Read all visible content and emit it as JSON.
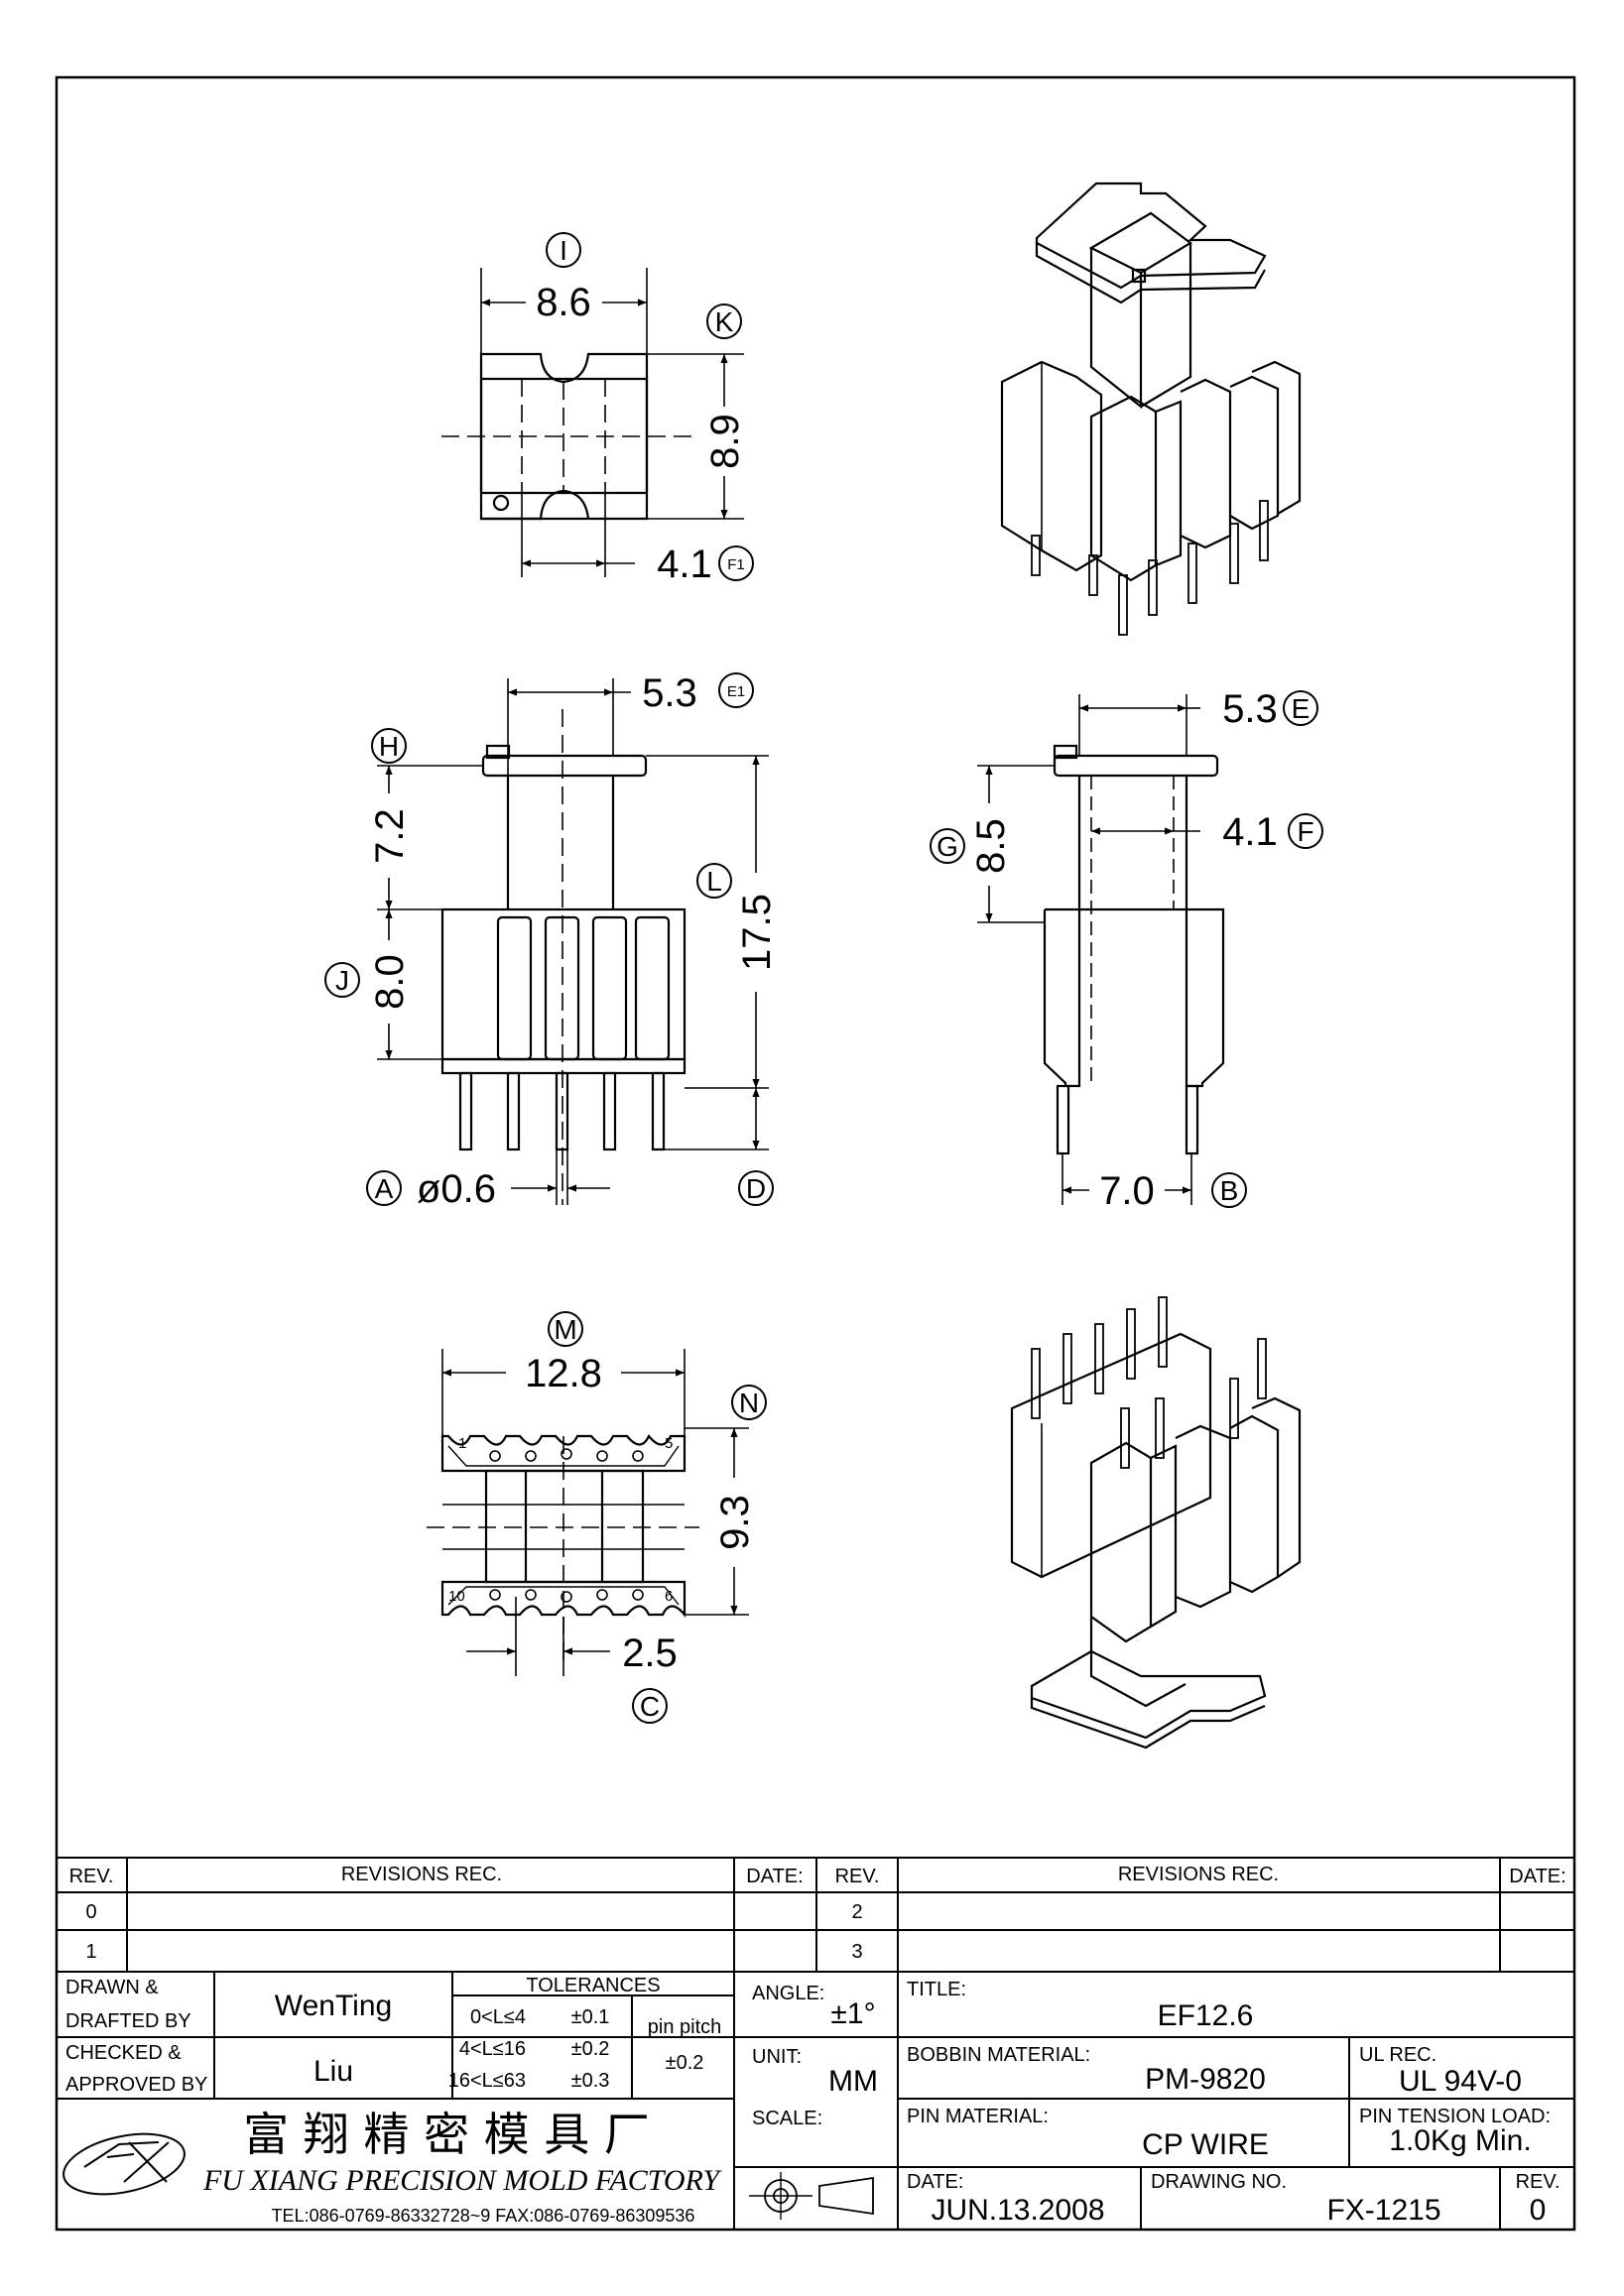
{
  "dims": {
    "I": {
      "letter": "I",
      "value": "8.6"
    },
    "K": {
      "letter": "K",
      "value": "8.9"
    },
    "F1": {
      "letter": "F1",
      "value": "4.1"
    },
    "E1": {
      "letter": "E1",
      "value": "5.3"
    },
    "H": {
      "letter": "H",
      "value": "7.2"
    },
    "L": {
      "letter": "L",
      "value": "17.5"
    },
    "J": {
      "letter": "J",
      "value": "8.0"
    },
    "A": {
      "letter": "A",
      "value": "ø0.6"
    },
    "D": {
      "letter": "D",
      "value": ""
    },
    "E": {
      "letter": "E",
      "value": "5.3"
    },
    "G": {
      "letter": "G",
      "value": "8.5"
    },
    "F": {
      "letter": "F",
      "value": "4.1"
    },
    "B": {
      "letter": "B",
      "value": "7.0"
    },
    "M": {
      "letter": "M",
      "value": "12.8"
    },
    "N": {
      "letter": "N",
      "value": "9.3"
    },
    "C": {
      "letter": "C",
      "value": "2.5"
    }
  },
  "pins": {
    "p1": "1",
    "p5": "5",
    "p10": "10",
    "p6": "6"
  },
  "titleblock": {
    "rev_head": "REV.",
    "revisions_head": "REVISIONS   REC.",
    "date_head": "DATE:",
    "rev_rows_left": [
      "0",
      "1"
    ],
    "rev_rows_right": [
      "2",
      "3"
    ],
    "drawn_label_1": "DRAWN  &",
    "drawn_label_2": "DRAFTED  BY",
    "drawn_value": "WenTing",
    "checked_label_1": "CHECKED  &",
    "checked_label_2": "APPROVED  BY",
    "checked_value": "Liu",
    "tol_head": "TOLERANCES",
    "tol_rows": [
      {
        "range": "0<L≤4",
        "tol": "±0.1"
      },
      {
        "range": "4<L≤16",
        "tol": "±0.2"
      },
      {
        "range": "16<L≤63",
        "tol": "±0.3"
      }
    ],
    "pin_pitch_label": "pin  pitch",
    "pin_pitch_value": "±0.2",
    "angle_label": "ANGLE:",
    "angle_value": "±1°",
    "unit_label": "UNIT:",
    "unit_value": "MM",
    "scale_label": "SCALE:",
    "title_label": "TITLE:",
    "title_value": "EF12.6",
    "bobbin_label": "BOBBIN  MATERIAL:",
    "bobbin_value": "PM-9820",
    "ul_label": "UL  REC.",
    "ul_value": "UL  94V-0",
    "pin_mat_label": "PIN  MATERIAL:",
    "pin_mat_value": "CP  WIRE",
    "tension_label": "PIN  TENSION  LOAD:",
    "tension_value": "1.0Kg  Min.",
    "date_label": "DATE:",
    "date_value": "JUN.13.2008",
    "drawing_no_label": "DRAWING  NO.",
    "drawing_no_value": "FX-1215",
    "rev_label": "REV.",
    "rev_value": "0",
    "company_cn": "富 翔 精 密 模 具 厂",
    "company_en": "FU XIANG PRECISION MOLD FACTORY",
    "contact": "TEL:086-0769-86332728~9   FAX:086-0769-86309536"
  }
}
